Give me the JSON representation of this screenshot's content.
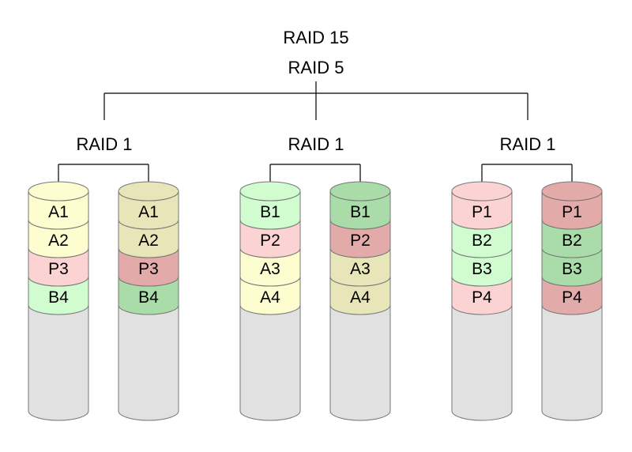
{
  "titles": {
    "top": "RAID 15",
    "second": "RAID 5"
  },
  "groups": [
    {
      "label": "RAID 1",
      "disks": [
        {
          "blocks": [
            "A1",
            "A2",
            "P3",
            "B4"
          ]
        },
        {
          "blocks": [
            "A1",
            "A2",
            "P3",
            "B4"
          ]
        }
      ]
    },
    {
      "label": "RAID 1",
      "disks": [
        {
          "blocks": [
            "B1",
            "P2",
            "A3",
            "A4"
          ]
        },
        {
          "blocks": [
            "B1",
            "P2",
            "A3",
            "A4"
          ]
        }
      ]
    },
    {
      "label": "RAID 1",
      "disks": [
        {
          "blocks": [
            "P1",
            "B2",
            "B3",
            "P4"
          ]
        },
        {
          "blocks": [
            "P1",
            "B2",
            "B3",
            "P4"
          ]
        }
      ]
    }
  ],
  "colors": {
    "A": {
      "primary": "#fdfdd0",
      "mirror": "#e8e6b8"
    },
    "B": {
      "primary": "#d0fcd0",
      "mirror": "#a9dca9"
    },
    "P": {
      "primary": "#fcd3d3",
      "mirror": "#e3aaaa"
    },
    "empty": {
      "primary": "#e1e1e1",
      "mirror": "#e1e1e1"
    }
  }
}
